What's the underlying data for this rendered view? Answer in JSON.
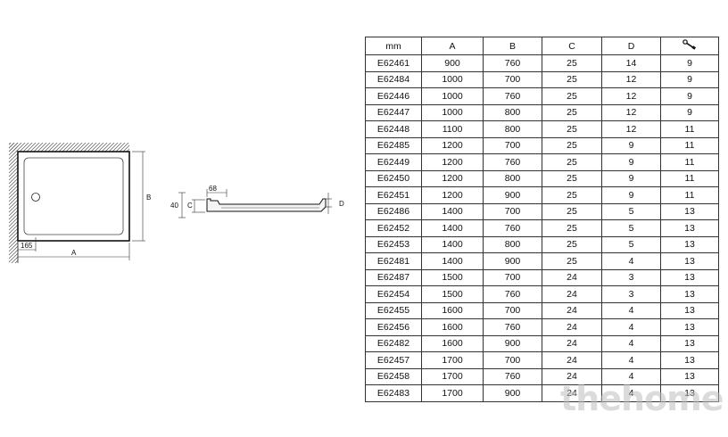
{
  "drawing": {
    "label_a": "A",
    "label_b": "B",
    "label_c": "C",
    "label_d": "D",
    "label_40": "40",
    "label_68": "68",
    "label_165": "165"
  },
  "table": {
    "headers": [
      "mm",
      "A",
      "B",
      "C",
      "D",
      "wrench-icon"
    ],
    "rows": [
      [
        "E62461",
        "900",
        "760",
        "25",
        "14",
        "9"
      ],
      [
        "E62484",
        "1000",
        "700",
        "25",
        "12",
        "9"
      ],
      [
        "E62446",
        "1000",
        "760",
        "25",
        "12",
        "9"
      ],
      [
        "E62447",
        "1000",
        "800",
        "25",
        "12",
        "9"
      ],
      [
        "E62448",
        "1100",
        "800",
        "25",
        "12",
        "11"
      ],
      [
        "E62485",
        "1200",
        "700",
        "25",
        "9",
        "11"
      ],
      [
        "E62449",
        "1200",
        "760",
        "25",
        "9",
        "11"
      ],
      [
        "E62450",
        "1200",
        "800",
        "25",
        "9",
        "11"
      ],
      [
        "E62451",
        "1200",
        "900",
        "25",
        "9",
        "11"
      ],
      [
        "E62486",
        "1400",
        "700",
        "25",
        "5",
        "13"
      ],
      [
        "E62452",
        "1400",
        "760",
        "25",
        "5",
        "13"
      ],
      [
        "E62453",
        "1400",
        "800",
        "25",
        "5",
        "13"
      ],
      [
        "E62481",
        "1400",
        "900",
        "25",
        "4",
        "13"
      ],
      [
        "E62487",
        "1500",
        "700",
        "24",
        "3",
        "13"
      ],
      [
        "E62454",
        "1500",
        "760",
        "24",
        "3",
        "13"
      ],
      [
        "E62455",
        "1600",
        "700",
        "24",
        "4",
        "13"
      ],
      [
        "E62456",
        "1600",
        "760",
        "24",
        "4",
        "13"
      ],
      [
        "E62482",
        "1600",
        "900",
        "24",
        "4",
        "13"
      ],
      [
        "E62457",
        "1700",
        "700",
        "24",
        "4",
        "13"
      ],
      [
        "E62458",
        "1700",
        "760",
        "24",
        "4",
        "13"
      ],
      [
        "E62483",
        "1700",
        "900",
        "24",
        "4",
        "13"
      ]
    ]
  },
  "watermark": "thehome"
}
